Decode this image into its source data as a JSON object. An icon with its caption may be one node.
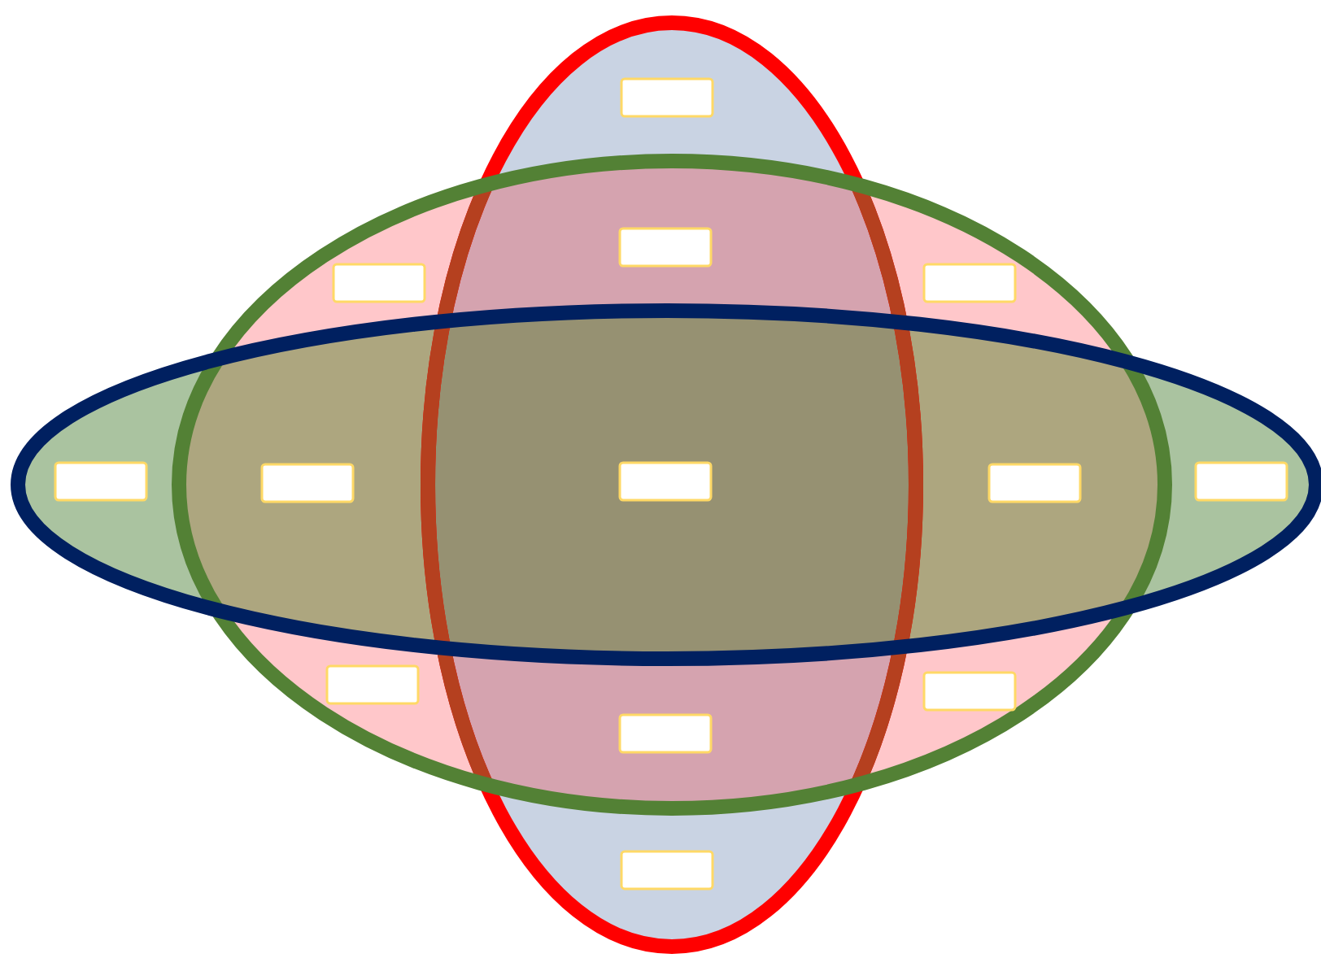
{
  "diagram": {
    "nodes": [
      {
        "text": [],
        "shape": "ellipse"
      },
      {
        "text": [],
        "shape": "ellipse"
      },
      {
        "text": [],
        "shape": "ellipse"
      },
      {
        "text": [],
        "shape": "box",
        "in": 0
      },
      {
        "text": [],
        "shape": "box"
      },
      {
        "text": [],
        "shape": "box",
        "in": 1
      },
      {
        "text": [],
        "shape": "box",
        "in": 1
      },
      {
        "text": [],
        "shape": "box",
        "in": 2
      },
      {
        "text": [],
        "shape": "box"
      },
      {
        "text": [],
        "shape": "box"
      },
      {
        "text": [],
        "shape": "box"
      },
      {
        "text": [],
        "shape": "box",
        "in": 2
      },
      {
        "text": [],
        "shape": "box",
        "in": 1
      },
      {
        "text": [],
        "shape": "box",
        "in": 1
      },
      {
        "text": [],
        "shape": "box"
      },
      {
        "text": [],
        "shape": "box",
        "in": 0
      }
    ]
  }
}
